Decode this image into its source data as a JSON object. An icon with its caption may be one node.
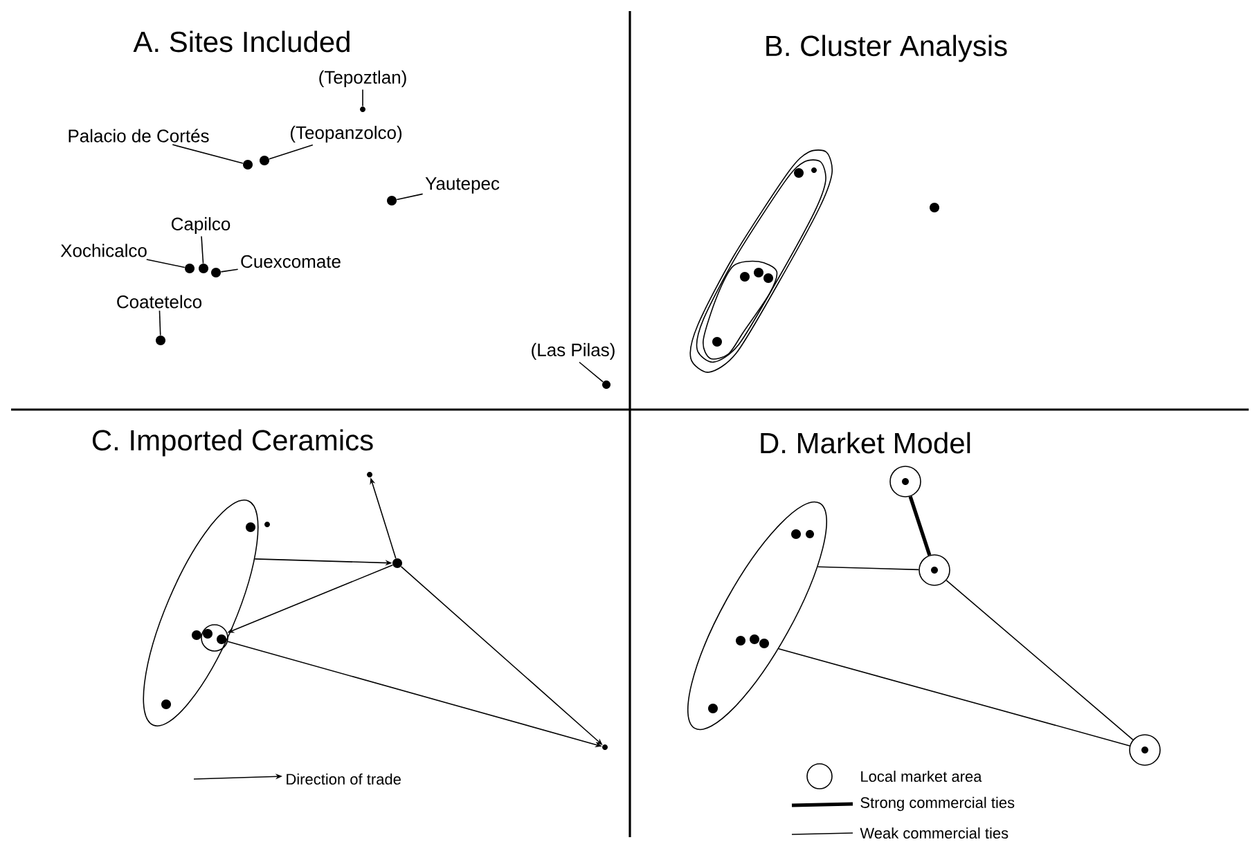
{
  "diagram": {
    "nodes": [
      {
        "text": [
          "(Tepoztlan)"
        ]
      },
      {
        "text": [],
        "shape": "dot"
      },
      {
        "text": [
          "Palacio de Cortés"
        ]
      },
      {
        "text": [],
        "shape": "dot"
      },
      {
        "text": [
          "(Teopanzolco)"
        ]
      },
      {
        "text": [],
        "shape": "dot"
      },
      {
        "text": [
          "Yautepec"
        ]
      },
      {
        "text": [],
        "shape": "dot"
      },
      {
        "text": [
          "Xochicalco"
        ]
      },
      {
        "text": [],
        "shape": "dot"
      },
      {
        "text": [
          "Capilco"
        ]
      },
      {
        "text": [],
        "shape": "dot"
      },
      {
        "text": [
          "Cuexcomate"
        ]
      },
      {
        "text": [],
        "shape": "dot"
      },
      {
        "text": [
          "Coatetelco"
        ]
      },
      {
        "text": [],
        "shape": "dot"
      },
      {
        "text": [
          "(Las Pilas)"
        ]
      },
      {
        "text": [],
        "shape": "dot"
      },
      {
        "text": [],
        "shape": "oval"
      },
      {
        "text": [],
        "shape": "circle",
        "in": 18
      },
      {
        "text": [],
        "shape": "dot"
      },
      {
        "text": [],
        "shape": "dot"
      },
      {
        "text": [],
        "shape": "dot"
      },
      {
        "text": [],
        "shape": "circle"
      },
      {
        "text": [],
        "shape": "oval"
      },
      {
        "text": [],
        "shape": "circle"
      },
      {
        "text": [],
        "shape": "circle"
      }
    ],
    "edges": [
      {
        "from": 0,
        "to": 1,
        "arrow": "none"
      },
      {
        "from": 2,
        "to": 3,
        "arrow": "none"
      },
      {
        "from": 4,
        "to": 5,
        "arrow": "none"
      },
      {
        "from": 6,
        "to": 7,
        "arrow": "none"
      },
      {
        "from": 8,
        "to": 9,
        "arrow": "none"
      },
      {
        "from": 10,
        "to": 11,
        "arrow": "none"
      },
      {
        "from": 12,
        "to": 13,
        "arrow": "none"
      },
      {
        "from": 14,
        "to": 15,
        "arrow": "none"
      },
      {
        "from": 16,
        "to": 17,
        "arrow": "none"
      },
      {
        "from": 18,
        "to": 21,
        "arrow": "to"
      },
      {
        "from": 21,
        "to": 19,
        "arrow": "to"
      },
      {
        "from": 21,
        "to": 20,
        "arrow": "to"
      },
      {
        "from": 19,
        "to": 22,
        "arrow": "to"
      },
      {
        "from": 21,
        "to": 22,
        "arrow": "to"
      },
      {
        "from": 23,
        "to": 25,
        "arrow": "none",
        "style": "thick"
      },
      {
        "from": 24,
        "to": 25,
        "arrow": "none"
      },
      {
        "from": 25,
        "to": 26,
        "arrow": "none"
      },
      {
        "from": 24,
        "to": 26,
        "arrow": "none"
      }
    ],
    "labels": [
      "A. Sites Included",
      "B. Cluster Analysis",
      "C. Imported Ceramics",
      "D. Market Model"
    ],
    "legend": [
      {
        "text": "Direction of trade"
      },
      {
        "text": "Local market area"
      },
      {
        "text": "Strong commercial ties"
      },
      {
        "text": "Weak commercial ties"
      }
    ]
  }
}
